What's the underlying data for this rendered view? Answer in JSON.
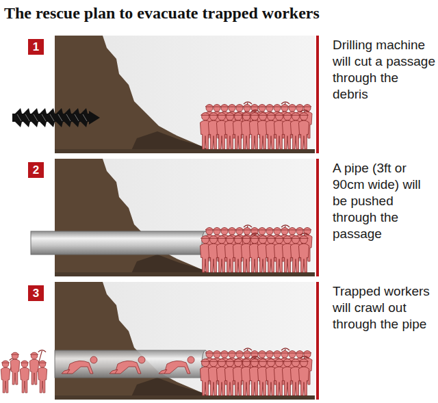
{
  "diagram": {
    "title": "The rescue plan to evacuate trapped workers",
    "nodes": [
      {
        "text": [
          "1"
        ]
      },
      {
        "text": [
          "2"
        ]
      },
      {
        "text": [
          "3"
        ]
      }
    ],
    "labels": [
      "Drilling machine will cut a passage through the debris",
      "A pipe (3ft or 90cm wide) will be pushed through the passage",
      "Trapped workers will crawl out through the pipe"
    ]
  }
}
